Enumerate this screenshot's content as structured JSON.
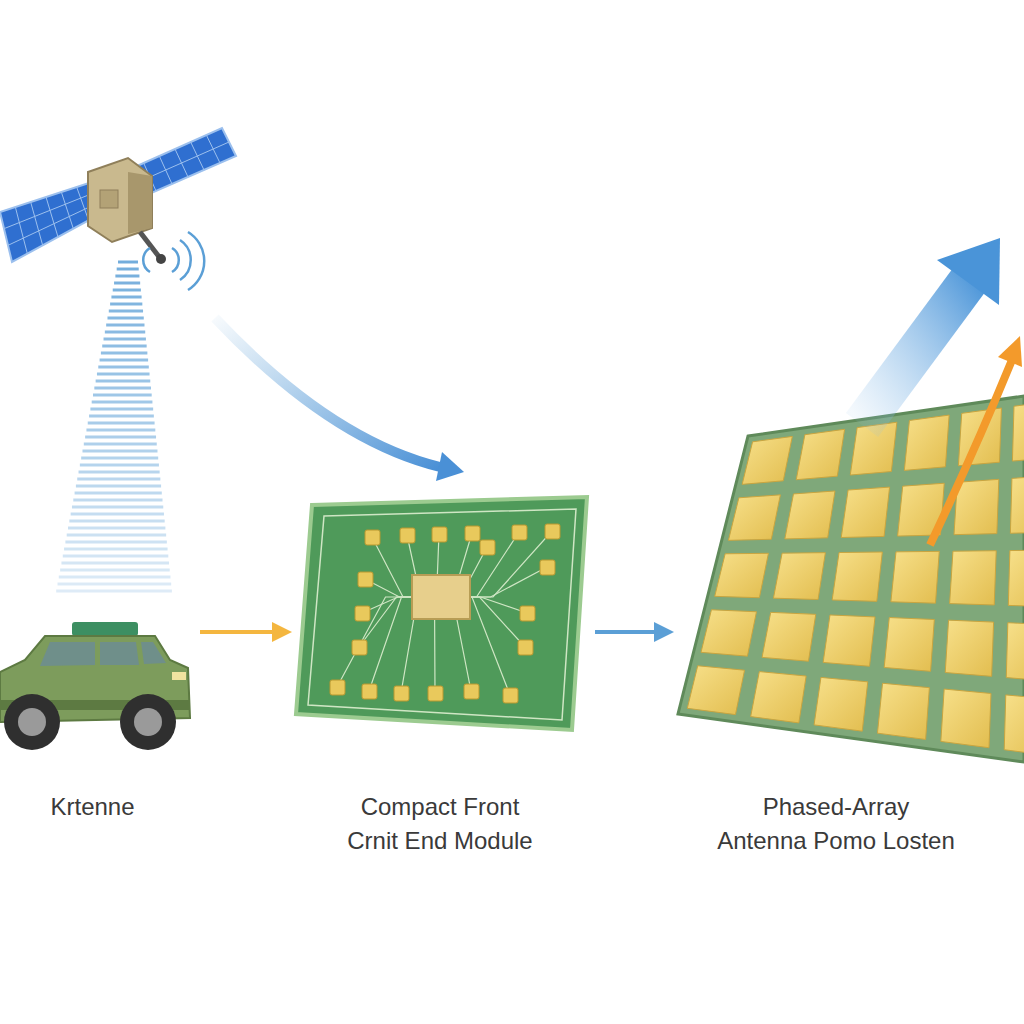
{
  "diagram": {
    "nodes": [
      {
        "text": [
          "Krtenne"
        ]
      },
      {
        "text": [
          "Compact Front Crnit End Module"
        ]
      },
      {
        "text": [
          "Phased-Array Antenna Pomo Losten"
        ]
      }
    ],
    "edges": [
      {
        "from": 0,
        "to": 1,
        "arrow": "to"
      },
      {
        "from": 1,
        "to": 2,
        "arrow": "to"
      }
    ]
  }
}
